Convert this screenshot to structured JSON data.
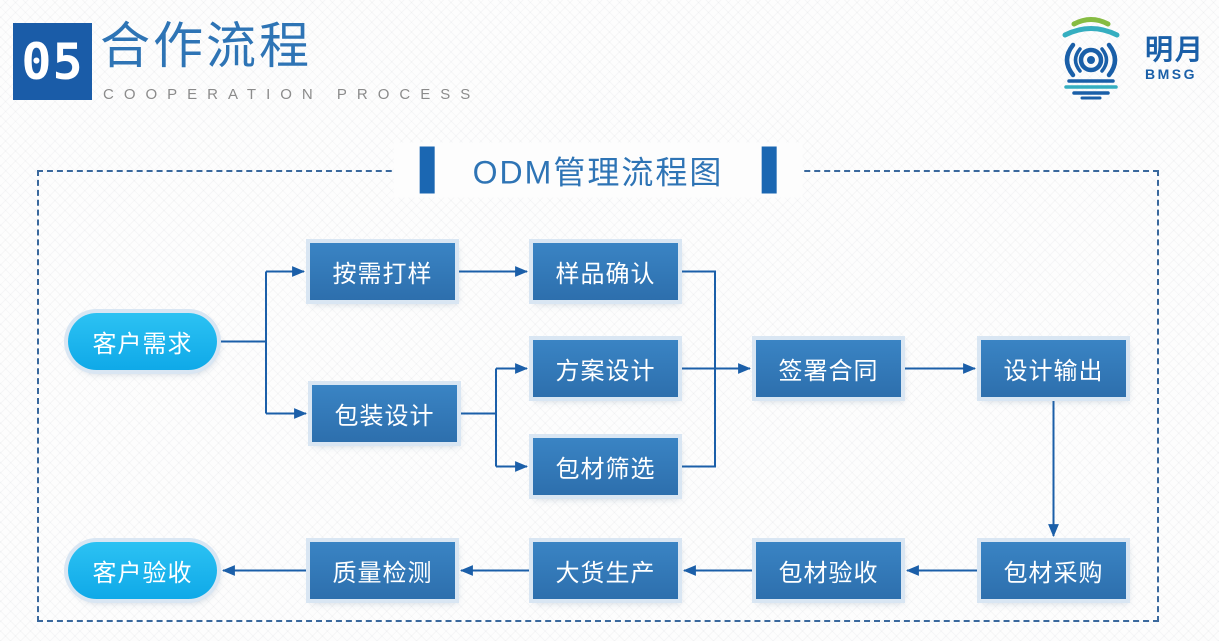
{
  "header": {
    "section_number": "05",
    "title": "合作流程",
    "subtitle": "COOPERATION PROCESS",
    "logo": {
      "name": "明月",
      "abbr": "BMSG"
    }
  },
  "diagram": {
    "title": "ODM管理流程图",
    "nodes": [
      {
        "id": "customer-demand",
        "label": "客户需求",
        "shape": "pill"
      },
      {
        "id": "sample-making",
        "label": "按需打样",
        "shape": "box"
      },
      {
        "id": "sample-confirmation",
        "label": "样品确认",
        "shape": "box"
      },
      {
        "id": "packaging-design",
        "label": "包装设计",
        "shape": "box"
      },
      {
        "id": "solution-design",
        "label": "方案设计",
        "shape": "box"
      },
      {
        "id": "material-screening",
        "label": "包材筛选",
        "shape": "box"
      },
      {
        "id": "contract-signing",
        "label": "签署合同",
        "shape": "box"
      },
      {
        "id": "design-output",
        "label": "设计输出",
        "shape": "box"
      },
      {
        "id": "material-purchase",
        "label": "包材采购",
        "shape": "box"
      },
      {
        "id": "material-acceptance",
        "label": "包材验收",
        "shape": "box"
      },
      {
        "id": "mass-production",
        "label": "大货生产",
        "shape": "box"
      },
      {
        "id": "quality-inspection",
        "label": "质量检测",
        "shape": "box"
      },
      {
        "id": "customer-acceptance",
        "label": "客户验收",
        "shape": "pill"
      }
    ],
    "edges": [
      "customer-demand→sample-making",
      "customer-demand→packaging-design",
      "sample-making→sample-confirmation",
      "sample-confirmation→contract-signing",
      "packaging-design→solution-design",
      "packaging-design→material-screening",
      "solution-design→contract-signing",
      "material-screening→contract-signing",
      "contract-signing→design-output",
      "design-output→material-purchase",
      "material-purchase→material-acceptance",
      "material-acceptance→mass-production",
      "mass-production→quality-inspection",
      "quality-inspection→customer-acceptance"
    ]
  },
  "colors": {
    "accent_blue": "#2e74b5",
    "number_square_blue": "#1a5ca8",
    "box_blue": "#3078b7",
    "pill_cyan": "#1cb5ee",
    "connector_blue": "#1b5fa9",
    "dashed_border_blue": "#39689d",
    "logo_blue": "#1a5fa8",
    "logo_green": "#86bc42",
    "logo_teal": "#35aec0",
    "subtitle_gray": "#8b8b8b"
  }
}
